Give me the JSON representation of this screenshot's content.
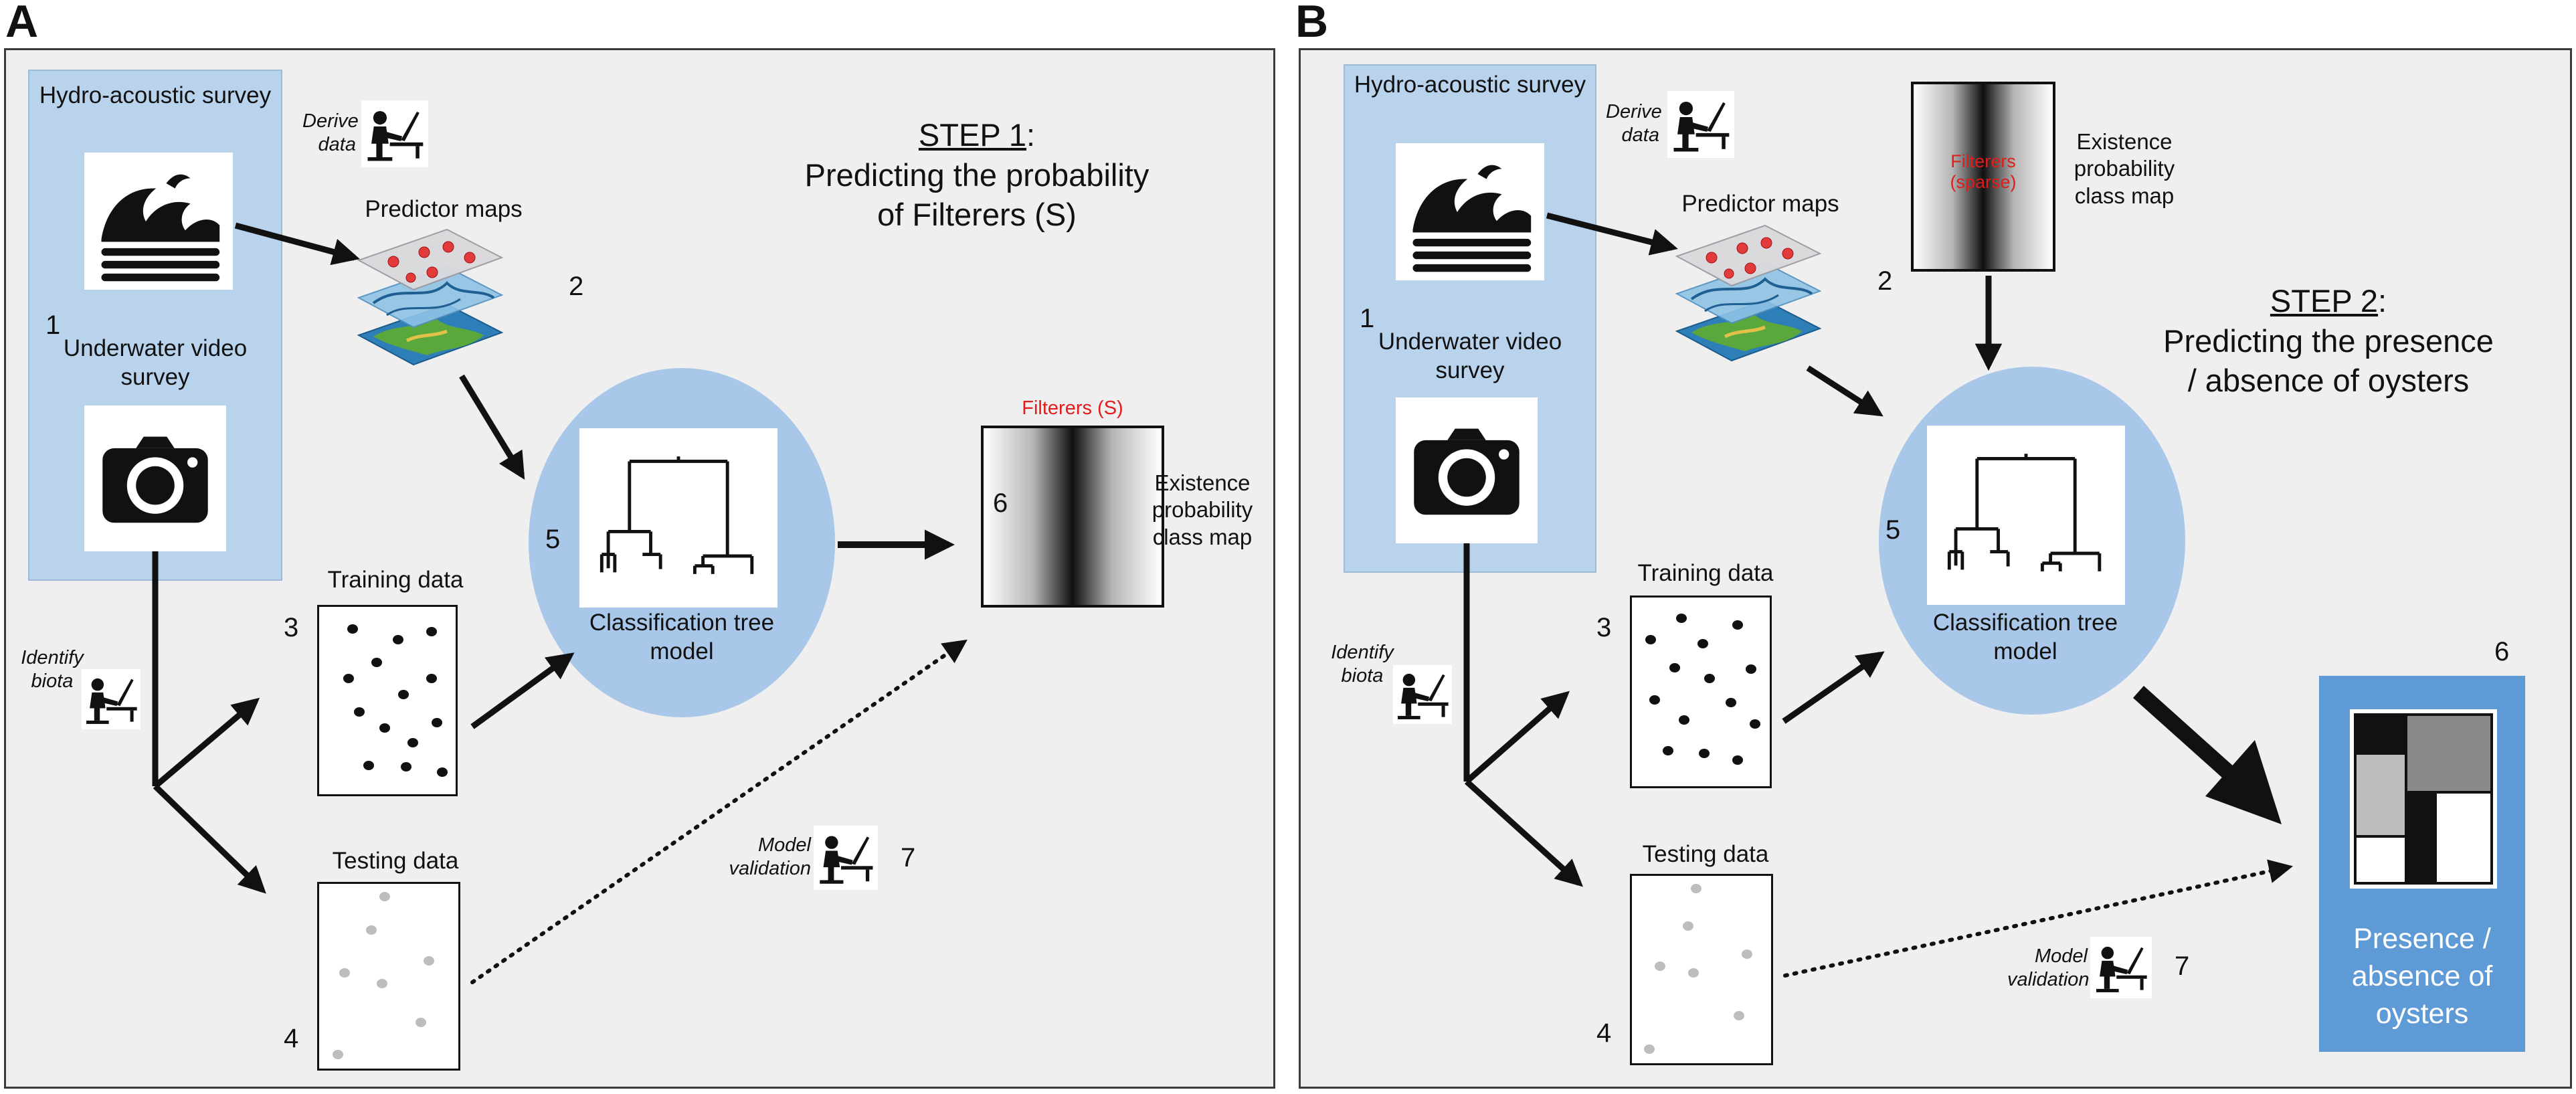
{
  "panel_a": {
    "letter": "A",
    "hydro": "Hydro-acoustic survey",
    "n1": "1",
    "underwater": "Underwater video survey",
    "derive": "Derive data",
    "predictor": "Predictor maps",
    "n2": "2",
    "step_title": "STEP 1",
    "step_title_suffix": ":",
    "step_line2": "Predicting the probability",
    "step_line3": "of Filterers (S)",
    "n5": "5",
    "tree_label": "Classification tree model",
    "filterers": "Filterers (S)",
    "n6": "6",
    "existence": "Existence probability class map",
    "training": "Training data",
    "n3": "3",
    "identify": "Identify biota",
    "testing": "Testing data",
    "n4": "4",
    "validation": "Model validation",
    "n7": "7"
  },
  "panel_b": {
    "letter": "B",
    "hydro": "Hydro-acoustic survey",
    "n1": "1",
    "underwater": "Underwater video survey",
    "derive": "Derive data",
    "predictor": "Predictor maps",
    "n2": "2",
    "filterers_sparse": "Filterers (sparse)",
    "existence": "Existence probability class map",
    "step_title": "STEP 2",
    "step_title_suffix": ":",
    "step_line2": "Predicting the presence",
    "step_line3": "/ absence of oysters",
    "n5": "5",
    "tree_label": "Classification tree model",
    "training": "Training data",
    "n3": "3",
    "identify": "Identify biota",
    "testing": "Testing data",
    "n4": "4",
    "validation": "Model validation",
    "n7": "7",
    "n6": "6",
    "presence": "Presence / absence of oysters"
  },
  "colors": {
    "panel_bg": "#efefef",
    "survey_box": "#b9d3ed",
    "ellipse": "#a9c7e8",
    "presence_box": "#5d9ad6",
    "highlight_red": "#e21b1b"
  },
  "icons": [
    "wave-icon",
    "camera-icon",
    "person-writing-icon",
    "stacked-map-icon",
    "dendrogram-icon",
    "gradient-map-icon",
    "class-map-icon"
  ]
}
